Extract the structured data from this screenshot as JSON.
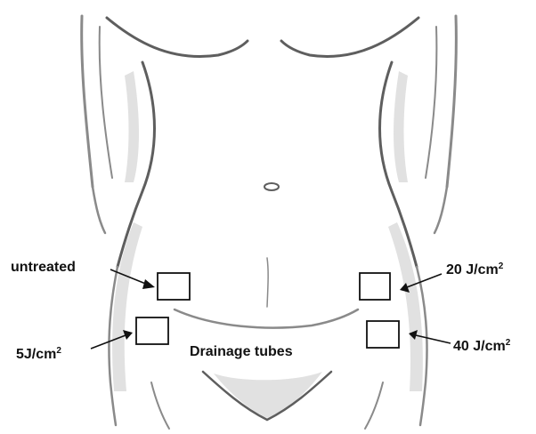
{
  "labels": {
    "untreated": "untreated",
    "dose_5": {
      "value": "5J/cm",
      "exponent": "2"
    },
    "dose_20": {
      "value": "20 J/cm",
      "exponent": "2"
    },
    "dose_40": {
      "value": "40 J/cm",
      "exponent": "2"
    },
    "drainage": "Drainage tubes"
  },
  "colors": {
    "sketch_stroke": "#8a8a8a",
    "shading": "#c9c9c9",
    "markers": "#111111"
  }
}
